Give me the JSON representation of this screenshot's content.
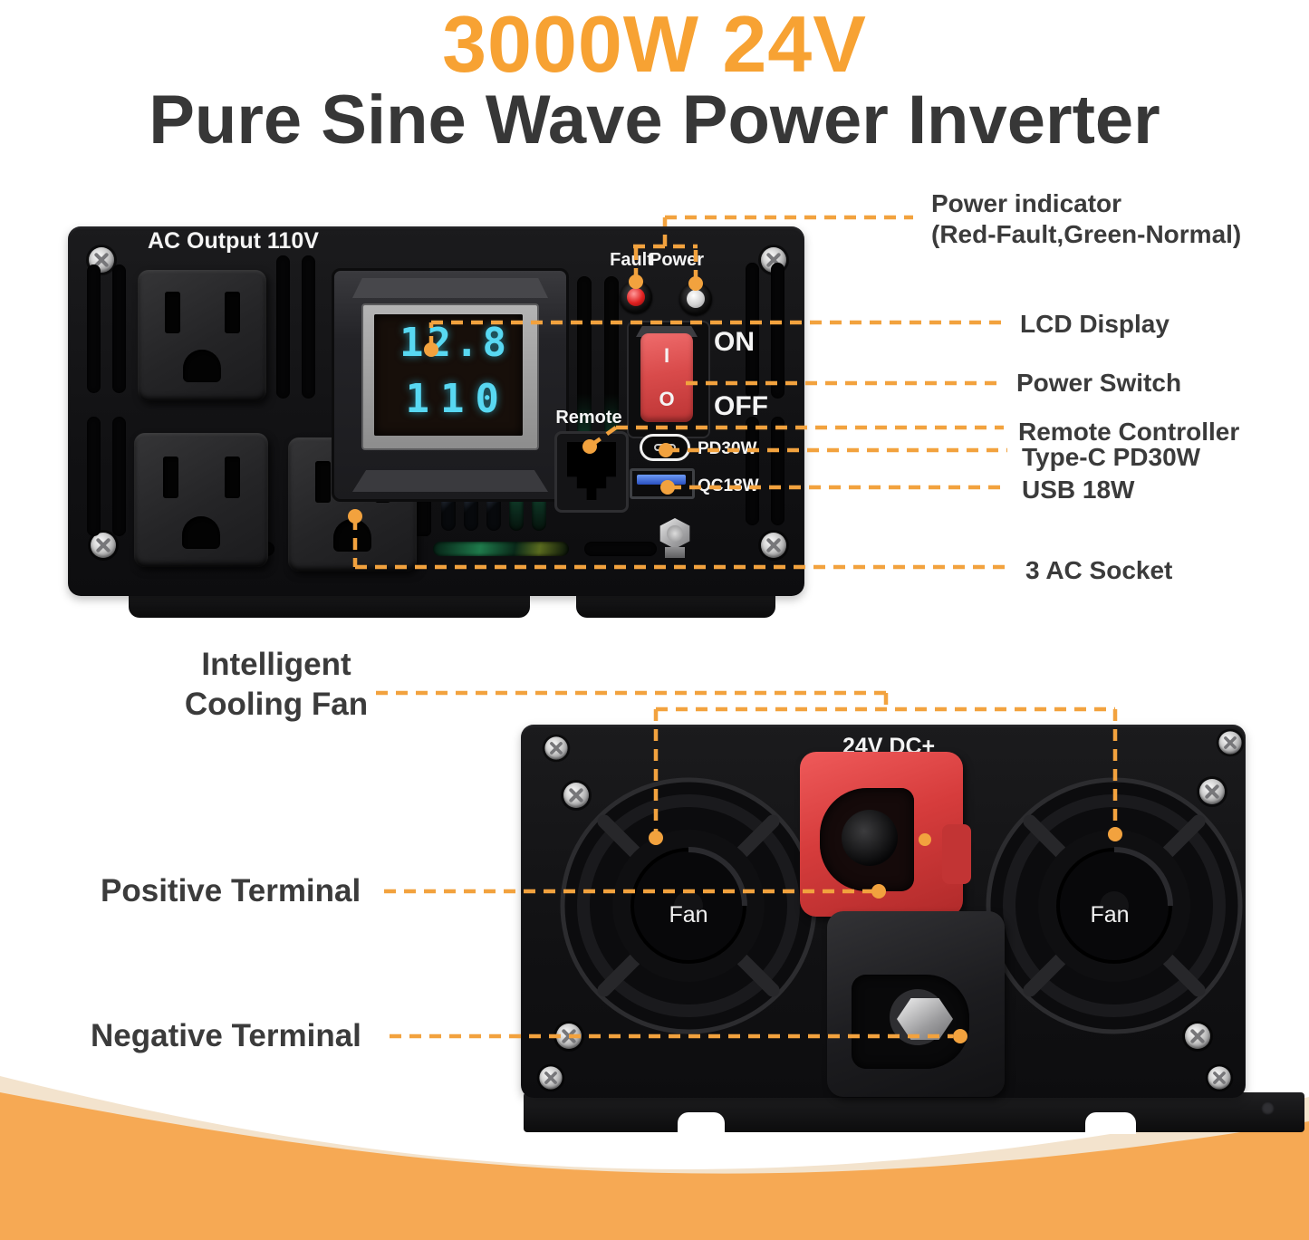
{
  "title": {
    "line1": "3000W 24V",
    "line2": "Pure Sine Wave Power Inverter"
  },
  "colors": {
    "accent_orange": "#F2A23E",
    "title_orange": "#F7A233",
    "title_dark": "#373737",
    "label_dark": "#3B3B3B",
    "lcd_cyan": "#58D8F2",
    "switch_red": "#D94B4B",
    "terminal_red": "#D63C3C",
    "swoosh_orange": "#F6A954",
    "swoosh_cream": "#F3E3CD"
  },
  "front_panel": {
    "ac_output_label": "AC Output 110V",
    "lcd": {
      "row1": "12.8",
      "row2": "110"
    },
    "fault_label": "Fault",
    "power_label": "Power",
    "on_label": "ON",
    "off_label": "OFF",
    "switch_on_symbol": "I",
    "switch_off_symbol": "O",
    "remote_label": "Remote",
    "typec_port_label": "PD30W",
    "usb_port_label": "QC18W"
  },
  "front_callouts": {
    "power_indicator_line1": "Power indicator",
    "power_indicator_line2": "(Red-Fault,Green-Normal)",
    "lcd_display": "LCD Display",
    "power_switch": "Power Switch",
    "remote_controller": "Remote Controller",
    "typec": "Type-C PD30W",
    "usb": "USB 18W",
    "ac_socket": "3 AC Socket"
  },
  "back_panel": {
    "dc_label": "24V DC+",
    "fan_left_label": "Fan",
    "fan_right_label": "Fan"
  },
  "back_callouts": {
    "cooling_fan_line1": "Intelligent",
    "cooling_fan_line2": "Cooling Fan",
    "positive_terminal": "Positive Terminal",
    "negative_terminal": "Negative Terminal"
  }
}
